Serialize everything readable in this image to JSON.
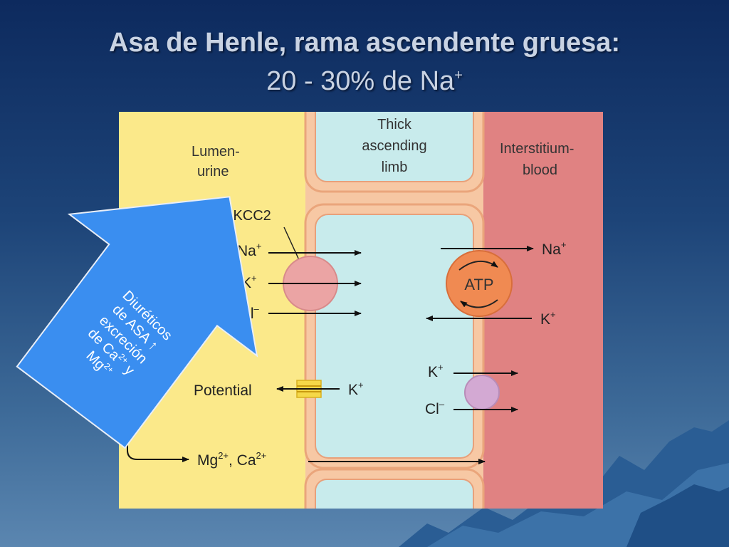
{
  "slide": {
    "title": "Asa de Henle, rama ascendente gruesa:",
    "subtitle_main": "20 - 30% de Na",
    "subtitle_sup": "+"
  },
  "diagram": {
    "zones": {
      "lumen_line1": "Lumen-",
      "lumen_line2": "urine",
      "cell_line1": "Thick",
      "cell_line2": "ascending",
      "cell_line3": "limb",
      "interstitium_line1": "Interstitium-",
      "interstitium_line2": "blood"
    },
    "nkcc2": {
      "label": "NKCC2",
      "na": "Na",
      "na_charge": "+",
      "k": "K",
      "k_charge": "+",
      "cl": "2Cl",
      "cl_charge": "–"
    },
    "pump": {
      "label": "ATP",
      "na": "Na",
      "na_charge": "+",
      "k": "K",
      "k_charge": "+"
    },
    "kcl": {
      "k": "K",
      "k_charge": "+",
      "cl": "Cl",
      "cl_charge": "–"
    },
    "romk": {
      "potential": "Potential",
      "k": "K",
      "k_charge": "+"
    },
    "paracellular": {
      "mg": "Mg",
      "mg_charge": "2+",
      "sep": ", Ca",
      "ca_charge": "2+"
    },
    "colors": {
      "lumen": "#fbe98a",
      "interstitium": "#e08282",
      "cell_fill": "#c8ebec",
      "cell_border": "#f2b48c",
      "nkcc2": "#eba4a4",
      "pump": "#f08a52",
      "kcl_channel": "#d3a9d3",
      "callout": "#3a8ef0"
    }
  },
  "callout": {
    "line1": "Diuréticos",
    "line2": "de ASA ↑",
    "line3": "excreción",
    "line4_main": "de Ca",
    "line4_sup": "2+",
    "line4_tail": " y",
    "line5_main": "Mg",
    "line5_sup": "2+"
  }
}
